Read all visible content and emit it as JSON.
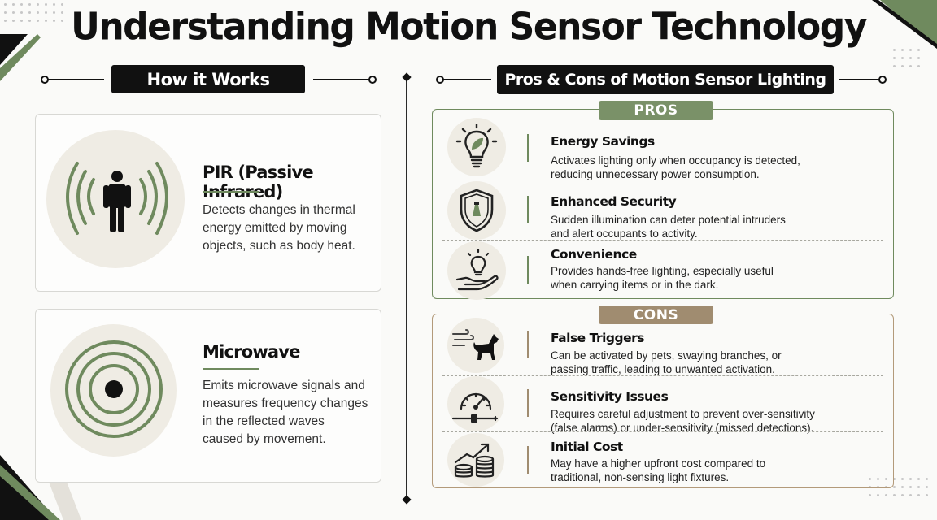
{
  "title": "Understanding Motion Sensor Technology",
  "left_section": {
    "header": "How it Works",
    "cards": [
      {
        "title": "PIR (Passive Infrared)",
        "description_lines": [
          "Detects changes in thermal",
          "energy emitted by moving",
          "objects, such as body heat."
        ],
        "icon": "person-radiating-waves-icon"
      },
      {
        "title": "Microwave",
        "description_lines": [
          "Emits microwave signals and",
          "measures frequency changes",
          "in the reflected waves",
          "caused by movement."
        ],
        "icon": "concentric-rings-icon"
      }
    ]
  },
  "right_section": {
    "header": "Pros & Cons of Motion Sensor Lighting",
    "pros": {
      "label": "PROS",
      "items": [
        {
          "title": "Energy Savings",
          "lines": [
            "Activates lighting only when occupancy is detected,",
            "reducing unnecessary power consumption."
          ],
          "icon": "leaf-bulb-icon"
        },
        {
          "title": "Enhanced Security",
          "lines": [
            "Sudden illumination can deter potential intruders",
            "and alert occupants to activity."
          ],
          "icon": "shield-light-icon"
        },
        {
          "title": "Convenience",
          "lines": [
            "Provides hands-free lighting, especially useful",
            "when carrying items or in the dark."
          ],
          "icon": "hand-bulb-icon"
        }
      ]
    },
    "cons": {
      "label": "CONS",
      "items": [
        {
          "title": "False Triggers",
          "lines": [
            "Can be activated by pets, swaying branches, or",
            "passing traffic, leading to unwanted activation."
          ],
          "icon": "dog-wind-icon"
        },
        {
          "title": "Sensitivity Issues",
          "lines": [
            "Requires careful adjustment to prevent over-sensitivity",
            "(false alarms) or under-sensitivity (missed detections)."
          ],
          "icon": "gauge-slider-icon"
        },
        {
          "title": "Initial Cost",
          "lines": [
            "May have a higher upfront cost compared to",
            "traditional, non-sensing light fixtures."
          ],
          "icon": "coins-chart-icon"
        }
      ]
    }
  },
  "colors": {
    "accent_green": "#6f8a5e",
    "accent_tan": "#a08c70",
    "dark": "#111111"
  }
}
